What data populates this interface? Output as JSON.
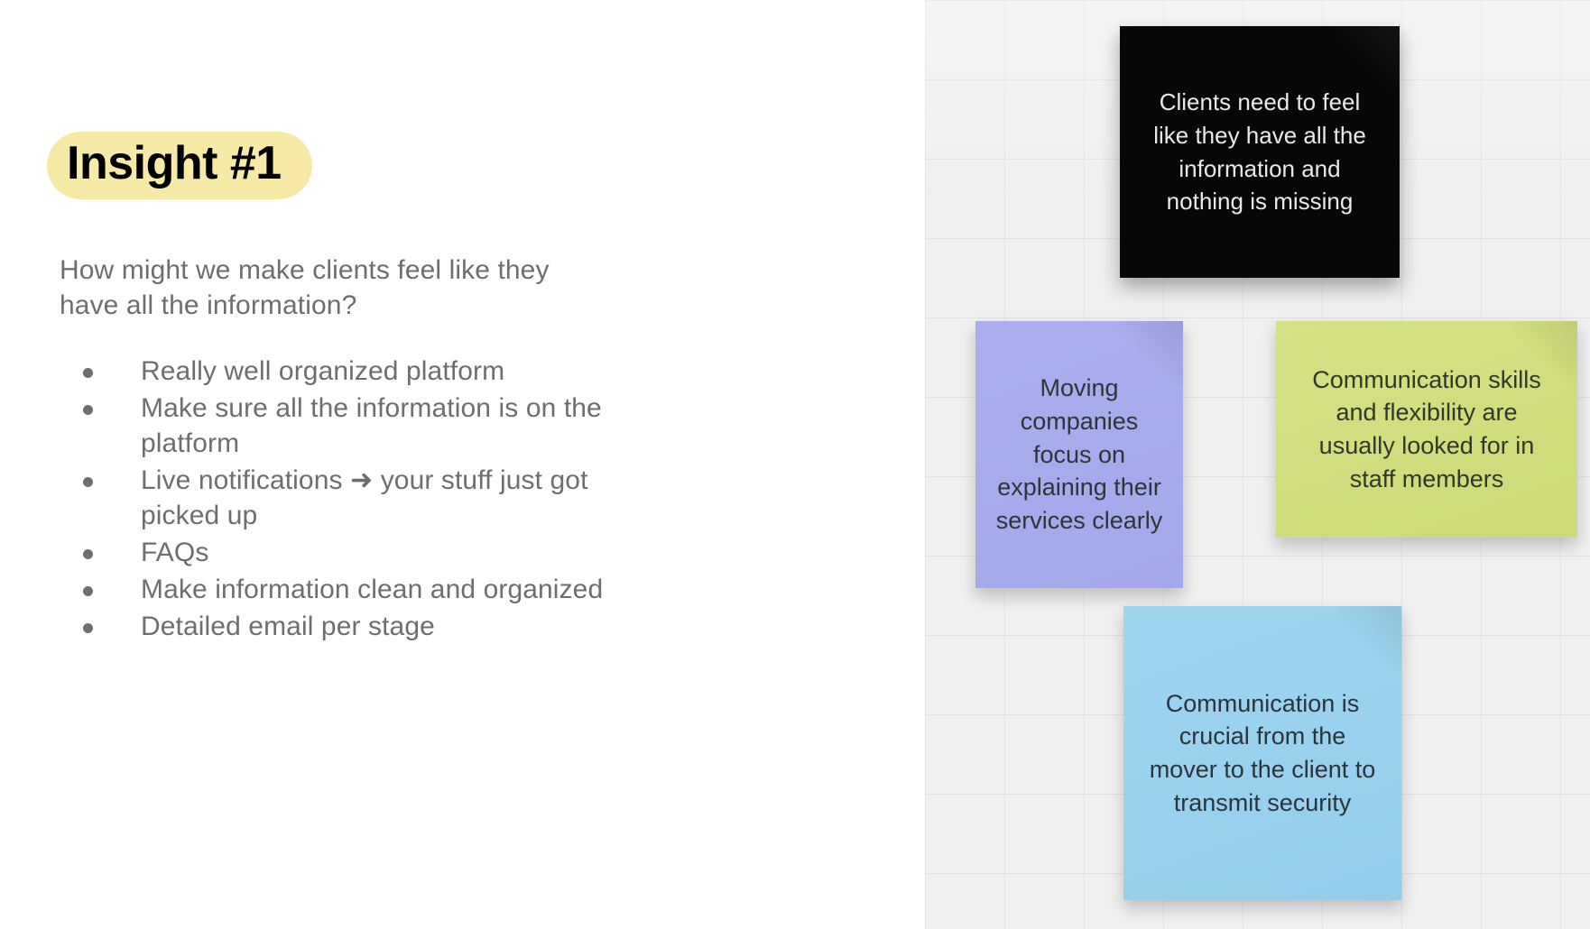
{
  "slide": {
    "title": "Insight #1",
    "highlight_color": "#f6eaa6",
    "subtitle": "How might we make clients feel like they have all the information?",
    "bullets": [
      {
        "text": "Really well organized platform"
      },
      {
        "text": "Make sure all the information is on the platform"
      },
      {
        "text": "Live notifications ➜ your stuff just got picked up"
      },
      {
        "text": "FAQs"
      },
      {
        "text": "Make information clean and organized"
      },
      {
        "text": "Detailed email per stage"
      }
    ]
  },
  "board": {
    "background_color": "#efefef",
    "grid": true,
    "notes": [
      {
        "id": "note-black",
        "color": "#070707",
        "text_color": "#e9e9e9",
        "text": "Clients need to feel like they have all the information and nothing is missing"
      },
      {
        "id": "note-purple",
        "color": "#a8acec",
        "text_color": "#2f3436",
        "text": "Moving companies focus on explaining their services clearly"
      },
      {
        "id": "note-green",
        "color": "#d2de7e",
        "text_color": "#32372b",
        "text": "Communication skills and flexibility are usually looked for in staff members"
      },
      {
        "id": "note-blue",
        "color": "#9bd2ee",
        "text_color": "#2c3438",
        "text": "Communication is crucial from the mover to the client to transmit security"
      }
    ]
  }
}
